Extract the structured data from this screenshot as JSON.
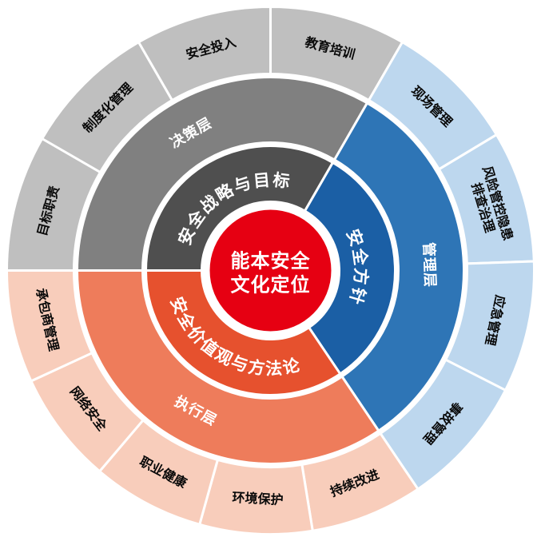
{
  "background": "#ffffff",
  "diagram": {
    "type": "sunburst",
    "center": {
      "lines": [
        "能本安全",
        "文化定位"
      ],
      "color": "#e60012",
      "text_color": "#ffffff"
    },
    "groups": [
      {
        "id": "decision",
        "start_angle": -90,
        "end_angle": 30,
        "inner": {
          "label": "安全战略与目标",
          "color": "#4f4f4f"
        },
        "middle": {
          "label": "决策层",
          "color": "#808080"
        },
        "outer": {
          "color": "#bfbfbf",
          "items": [
            {
              "id": "goal-responsibility",
              "label": "目标职责"
            },
            {
              "id": "institutional-management",
              "label": "制度化管理"
            },
            {
              "id": "safety-investment",
              "label": "安全投入"
            },
            {
              "id": "education-training",
              "label": "教育培训"
            }
          ]
        }
      },
      {
        "id": "management",
        "start_angle": 30,
        "end_angle": 146,
        "inner": {
          "label": "安全方针",
          "color": "#1b5fa5"
        },
        "middle": {
          "label": "管理层",
          "color": "#2e75b6"
        },
        "outer": {
          "color": "#bdd7ee",
          "items": [
            {
              "id": "site-management",
              "label": "现场管理"
            },
            {
              "id": "risk-control-hidden-danger",
              "label": "风险管控隐患排查治理",
              "lines": [
                "风险管控隐患",
                "排查治理"
              ]
            },
            {
              "id": "emergency-management",
              "label": "应急管理"
            },
            {
              "id": "accident-management",
              "label": "事故管理"
            }
          ]
        }
      },
      {
        "id": "execution",
        "start_angle": 146,
        "end_angle": 270,
        "inner": {
          "label": "安全价值观与方法论",
          "color": "#e6512e"
        },
        "middle": {
          "label": "执行层",
          "color": "#ee7c5b"
        },
        "outer": {
          "color": "#f8cdbb",
          "items": [
            {
              "id": "continuous-improvement",
              "label": "持续改进"
            },
            {
              "id": "environmental-protection",
              "label": "环境保护"
            },
            {
              "id": "occupational-health",
              "label": "职业健康"
            },
            {
              "id": "network-security",
              "label": "网络安全"
            },
            {
              "id": "contractor-management",
              "label": "承包商管理"
            }
          ]
        }
      }
    ]
  }
}
